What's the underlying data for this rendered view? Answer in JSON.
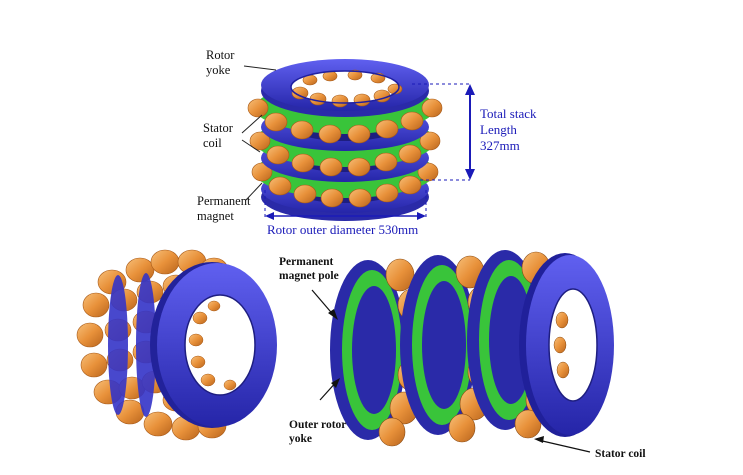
{
  "top_assembly": {
    "labels": {
      "rotor_yoke": [
        "Rotor",
        "yoke"
      ],
      "stator_coil": [
        "Stator",
        "coil"
      ],
      "permanent_magnet": [
        "Permanent",
        "magnet"
      ]
    },
    "dimensions": {
      "stack_length": [
        "Total stack",
        "Length",
        "327mm"
      ],
      "outer_diameter": "Rotor outer diameter  530mm"
    }
  },
  "bottom_right_assembly": {
    "labels": {
      "magnet_pole": [
        "Permanent",
        "magnet pole"
      ],
      "outer_rotor_yoke": [
        "Outer rotor",
        "yoke"
      ],
      "stator_coil": "Stator coil"
    }
  },
  "colors": {
    "rotor_yoke": "#3b3bd6",
    "coil": "#e8913a",
    "magnet": "#39c43a",
    "dimension": "#1a1ab8"
  }
}
